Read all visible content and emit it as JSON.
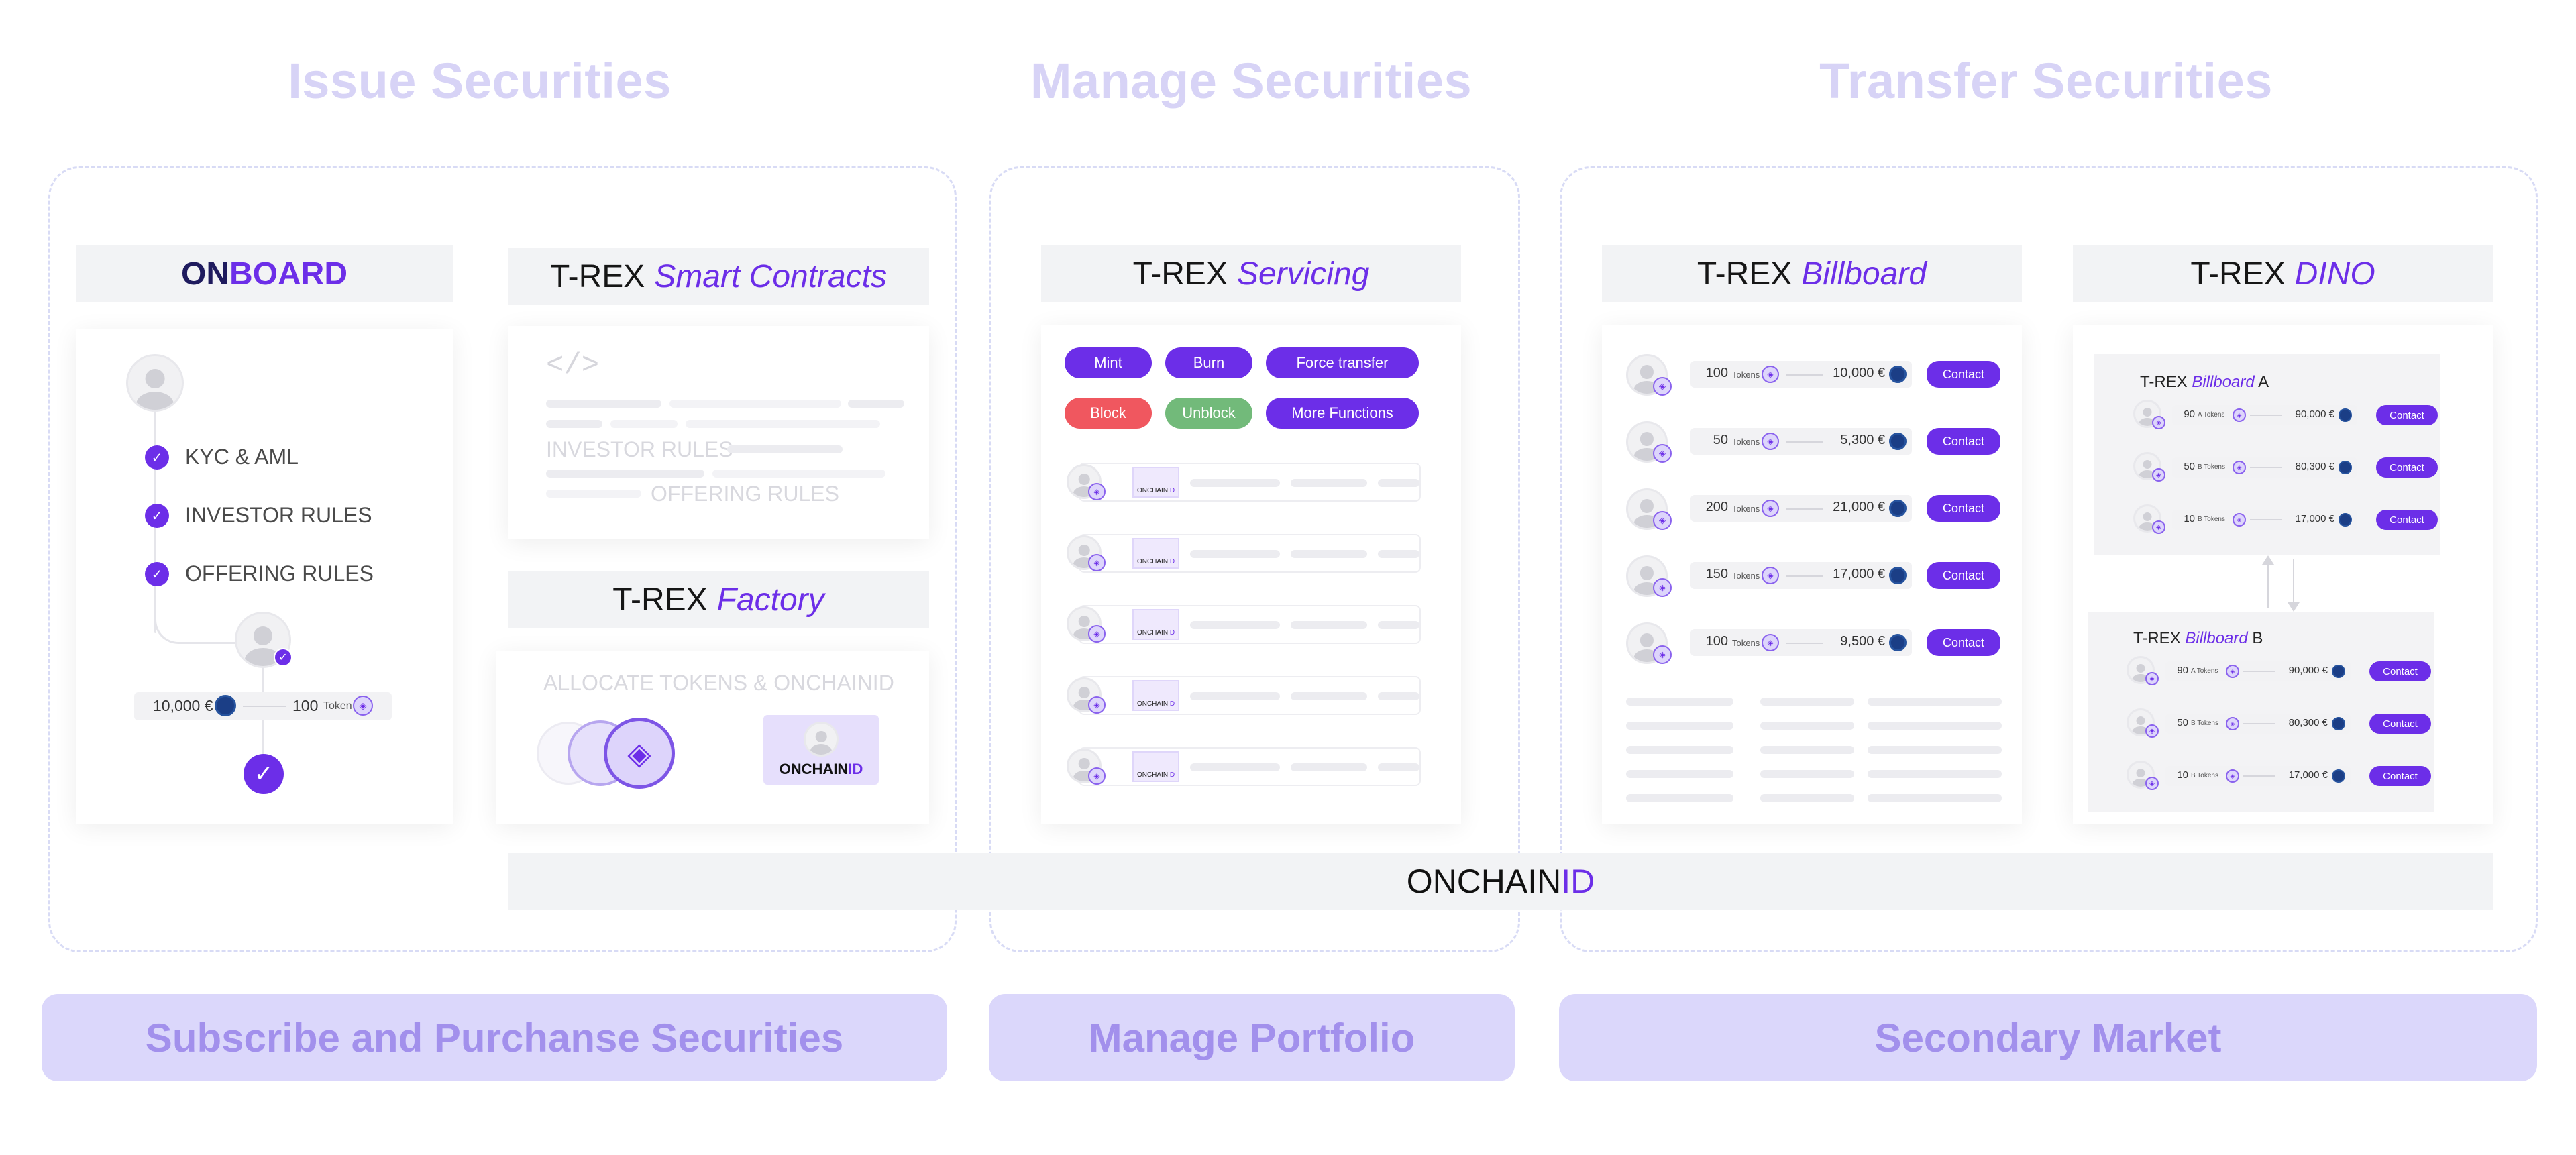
{
  "headers": {
    "issue": "Issue Securities",
    "manage": "Manage Securities",
    "transfer": "Transfer Securities"
  },
  "onboard": {
    "title_a": "ON",
    "title_b": "BOARD",
    "items": [
      "KYC & AML",
      "INVESTOR RULES",
      "OFFERING RULES"
    ],
    "price": "10,000 €",
    "tokens_num": "100",
    "tokens_unit": "Token"
  },
  "smart_contracts": {
    "brand": "T-REX",
    "name": "Smart Contracts",
    "code_symbol": "</>",
    "investor_rules": "INVESTOR RULES",
    "offering_rules": "OFFERING RULES"
  },
  "factory": {
    "brand": "T-REX",
    "name": "Factory",
    "allocate": "ALLOCATE TOKENS & ONCHAINID",
    "onchain_a": "ONCHAIN",
    "onchain_b": "ID"
  },
  "servicing": {
    "brand": "T-REX",
    "name": "Servicing",
    "buttons": [
      "Mint",
      "Burn",
      "Force transfer",
      "Block",
      "Unblock",
      "More Functions"
    ],
    "row_label_a": "ONCHAIN",
    "row_label_b": "ID"
  },
  "billboard": {
    "brand": "T-REX",
    "name": "Billboard",
    "tokens_word": "Tokens",
    "contact": "Contact",
    "rows": [
      {
        "tokens": "100",
        "price": "10,000 €"
      },
      {
        "tokens": "50",
        "price": "5,300 €"
      },
      {
        "tokens": "200",
        "price": "21,000 €"
      },
      {
        "tokens": "150",
        "price": "17,000 €"
      },
      {
        "tokens": "100",
        "price": "9,500 €"
      }
    ]
  },
  "dino": {
    "brand": "T-REX",
    "name": "DINO",
    "panel_a": {
      "brand": "T-REX",
      "name": "Billboard",
      "suffix": "A"
    },
    "panel_b": {
      "brand": "T-REX",
      "name": "Billboard",
      "suffix": "B"
    },
    "contact": "Contact",
    "rows_a": [
      {
        "tokens": "90",
        "unit": "A Tokens",
        "price": "90,000 €"
      },
      {
        "tokens": "50",
        "unit": "B Tokens",
        "price": "80,300 €"
      },
      {
        "tokens": "10",
        "unit": "B Tokens",
        "price": "17,000 €"
      }
    ],
    "rows_b": [
      {
        "tokens": "90",
        "unit": "A Tokens",
        "price": "90,000 €"
      },
      {
        "tokens": "50",
        "unit": "B Tokens",
        "price": "80,300 €"
      },
      {
        "tokens": "10",
        "unit": "B Tokens",
        "price": "17,000 €"
      }
    ]
  },
  "onchainid_bar": {
    "a": "ONCHAIN",
    "b": "ID"
  },
  "bottom": {
    "subscribe": "Subscribe and Purchanse Securities",
    "portfolio": "Manage Portfolio",
    "secondary": "Secondary Market"
  },
  "colors": {
    "accent": "#6c2ee8",
    "header": "#d7d3f6",
    "bottom_bg": "#dbd7fb",
    "bottom_text": "#a290ec",
    "block": "#f0575f",
    "unblock": "#72ba7a",
    "euro": "#1b3e86"
  }
}
